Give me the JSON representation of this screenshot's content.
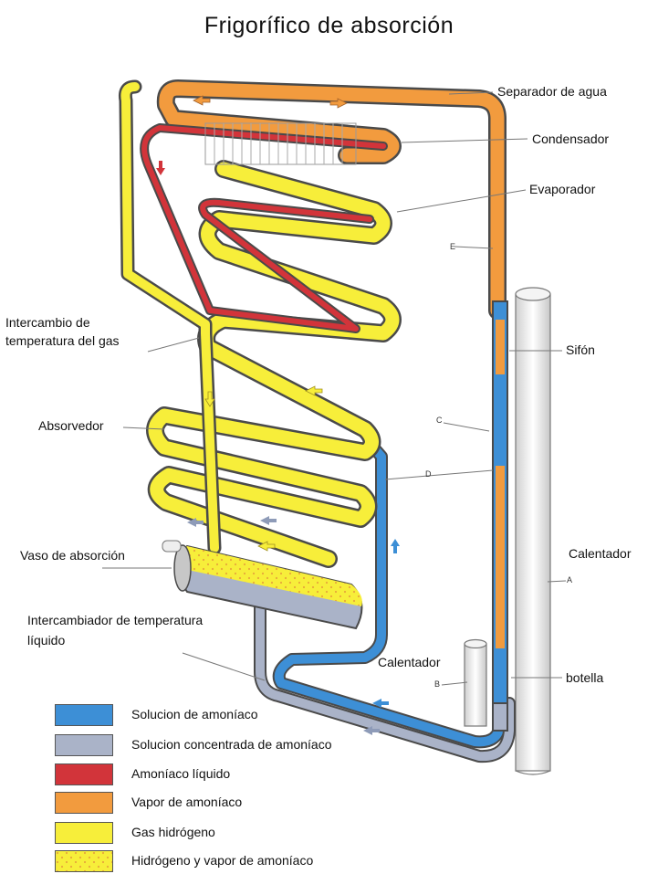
{
  "title": "Frigorífico de absorción",
  "colors": {
    "solution": "#3d8fd6",
    "concentrated": "#aab3c8",
    "liquid_ammonia": "#d2343a",
    "ammonia_vapor": "#f29b3e",
    "hydrogen": "#f7ee3a",
    "hydrogen_vapor_dots": "#e8a93a",
    "outline": "#4a4a4a"
  },
  "labels": {
    "separador": "Separador de agua",
    "condensador": "Condensador",
    "evaporador": "Evaporador",
    "intercambio_gas_1": "Intercambio de",
    "intercambio_gas_2": "temperatura del gas",
    "sifon": "Sifón",
    "absorvedor": "Absorvedor",
    "calentador_a": "Calentador",
    "vaso": "Vaso de absorción",
    "intercambiador_liq_1": "Intercambiador de temperatura",
    "intercambiador_liq_2": "líquido",
    "calentador_b": "Calentador",
    "botella": "botella"
  },
  "small_labels": {
    "a": "A",
    "b": "B",
    "c": "C",
    "d": "D",
    "e": "E"
  },
  "legend": [
    {
      "label": "Solucion de amoníaco",
      "color": "#3d8fd6"
    },
    {
      "label": "Solucion concentrada de amoníaco",
      "color": "#aab3c8"
    },
    {
      "label": "Amoníaco líquido",
      "color": "#d2343a"
    },
    {
      "label": "Vapor de amoníaco",
      "color": "#f29b3e"
    },
    {
      "label": "Gas hidrógeno",
      "color": "#f7ee3a"
    },
    {
      "label": "Hidrógeno y vapor de amoníaco",
      "color": "#f7ee3a"
    }
  ]
}
